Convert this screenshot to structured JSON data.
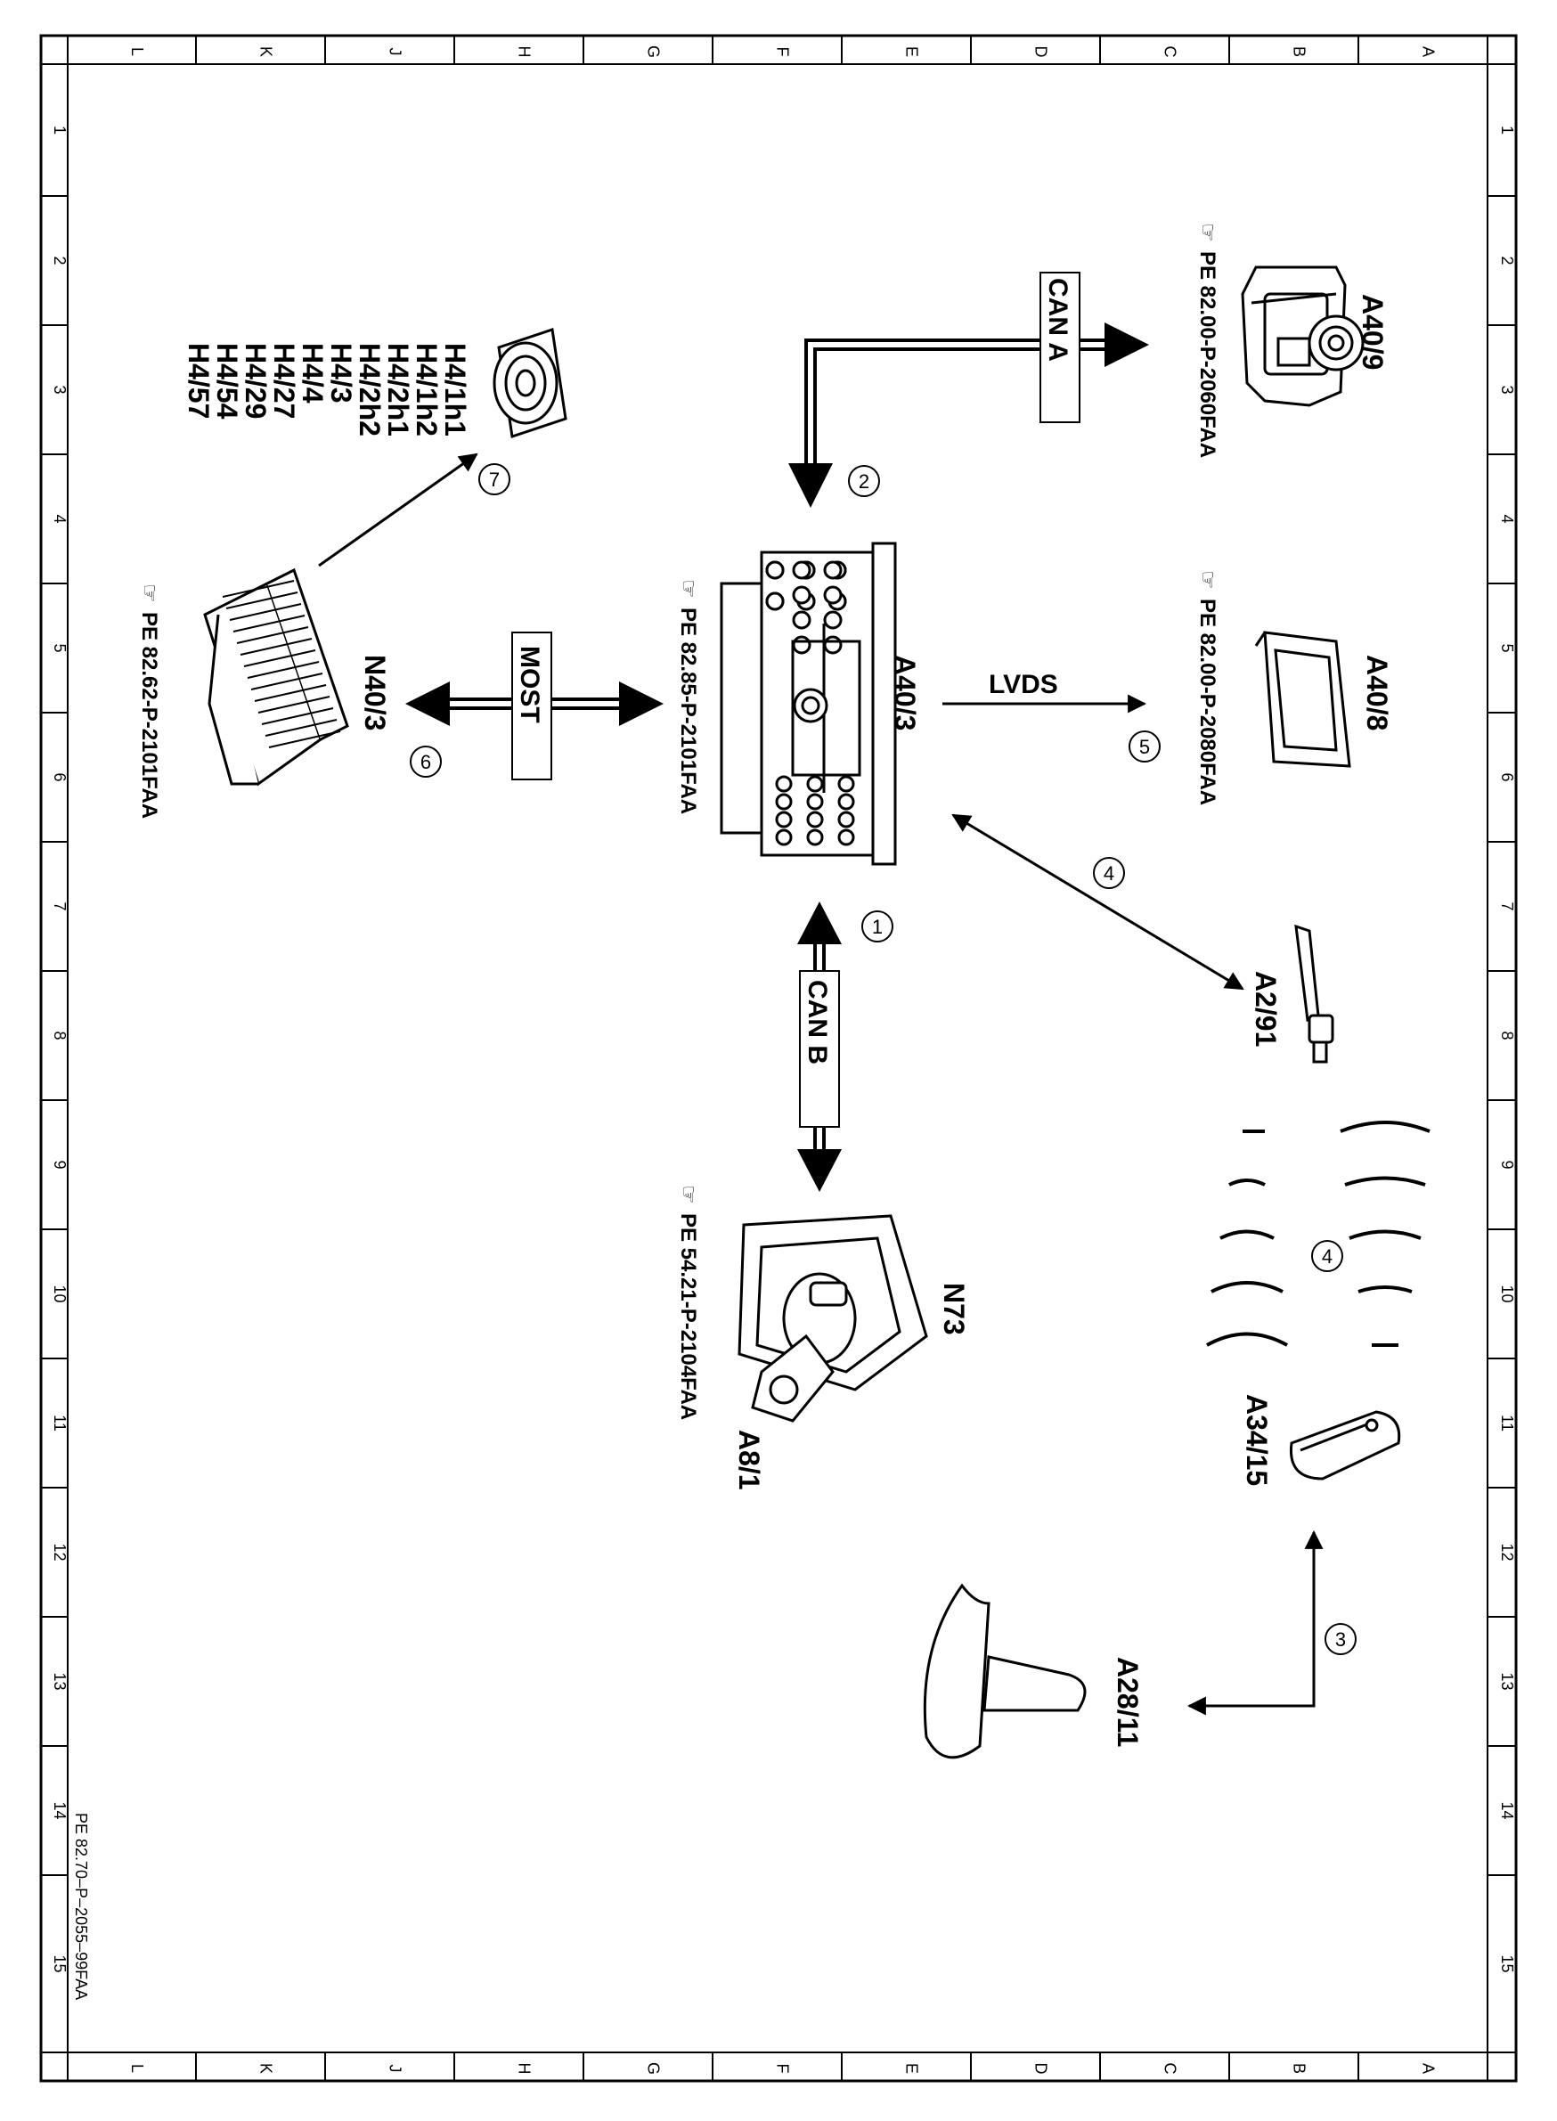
{
  "grid": {
    "letters": [
      "L",
      "K",
      "J",
      "H",
      "G",
      "F",
      "E",
      "D",
      "C",
      "B",
      "A"
    ],
    "numbers": [
      "1",
      "2",
      "3",
      "4",
      "5",
      "6",
      "7",
      "8",
      "9",
      "10",
      "11",
      "12",
      "13",
      "14",
      "15"
    ]
  },
  "components": {
    "a40_9": {
      "label": "A40/9",
      "ref": "PE 82.00-P-2060FAA"
    },
    "a40_8": {
      "label": "A40/8",
      "ref": "PE 82.00-P-2080FAA"
    },
    "a40_3": {
      "label": "A40/3",
      "ref": "PE 82.85-P-2101FAA"
    },
    "n40_3": {
      "label": "N40/3",
      "ref": "PE 82.62-P-2101FAA"
    },
    "n73": {
      "label": "N73",
      "ref": "PE 54.21-P-2104FAA"
    },
    "a8_1": {
      "label": "A8/1"
    },
    "a2_91": {
      "label": "A2/91"
    },
    "a34_15": {
      "label": "A34/15"
    },
    "a28_11": {
      "label": "A28/11"
    },
    "speakers": [
      "H4/1h1",
      "H4/1h2",
      "H4/2h1",
      "H4/2h2",
      "H4/3",
      "H4/4",
      "H4/27",
      "H4/29",
      "H4/54",
      "H4/57"
    ]
  },
  "connections": {
    "can_a": "CAN A",
    "can_b": "CAN B",
    "most": "MOST",
    "lvds": "LVDS",
    "callouts": [
      "1",
      "2",
      "3",
      "4",
      "4",
      "5",
      "6",
      "7"
    ]
  },
  "footer": {
    "doc_id": "PE 82.70–P–2055–99FAA"
  }
}
